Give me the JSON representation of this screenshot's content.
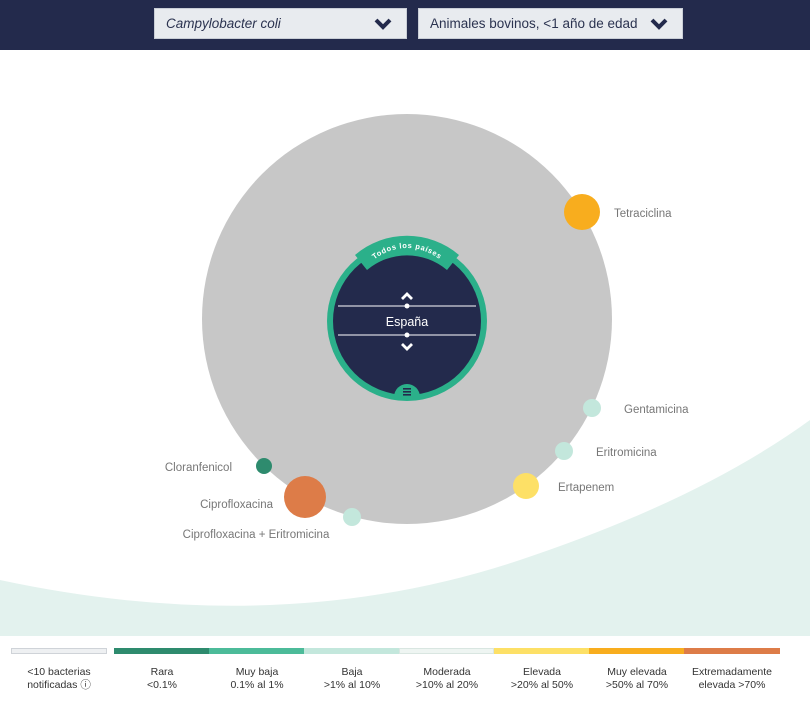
{
  "filters": {
    "bacteria": "Campylobacter coli",
    "animal": "Animales bovinos, <1 año de edad"
  },
  "center": {
    "arc_label": "Todos los países",
    "country": "España",
    "icons": [
      "chevron-up-icon",
      "chevron-down-icon",
      "menu-icon"
    ]
  },
  "drugs": [
    {
      "name": "Tetraciclina",
      "level": "Muy elevada",
      "color": "#f8ad1e"
    },
    {
      "name": "Gentamicina",
      "level": "Baja",
      "color": "#c3e7dc"
    },
    {
      "name": "Eritromicina",
      "level": "Baja",
      "color": "#c3e7dc"
    },
    {
      "name": "Ertapenem",
      "level": "Elevada",
      "color": "#fde066"
    },
    {
      "name": "Cloranfenicol",
      "level": "Rara",
      "color": "#2e8b6e"
    },
    {
      "name": "Ciprofloxacina",
      "level": "Extremadamente elevada",
      "color": "#dd7c48"
    },
    {
      "name": "Ciprofloxacina + Eritromicina",
      "level": "Baja",
      "color": "#c3e7dc"
    }
  ],
  "legend": [
    {
      "line1": "<10 bacterias",
      "line2": "notificadas",
      "color": "#eef0f2",
      "info_icon": "ⓘ"
    },
    {
      "line1": "Rara",
      "line2": "<0.1%",
      "color": "#2e8b6e"
    },
    {
      "line1": "Muy baja",
      "line2": "0.1% al 1%",
      "color": "#4cbb99"
    },
    {
      "line1": "Baja",
      "line2": ">1% al 10%",
      "color": "#c3e7dc"
    },
    {
      "line1": "Moderada",
      "line2": ">10% al 20%",
      "color": "#eef5f2"
    },
    {
      "line1": "Elevada",
      "line2": ">20% al 50%",
      "color": "#fde066"
    },
    {
      "line1": "Muy elevada",
      "line2": ">50% al 70%",
      "color": "#f8ad1e"
    },
    {
      "line1": "Extremadamente",
      "line2": "elevada >70%",
      "color": "#dd7c48"
    }
  ]
}
